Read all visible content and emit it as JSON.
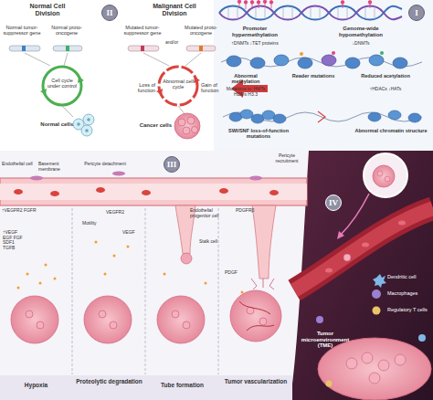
{
  "diagram": {
    "nodes": [
      {
        "text": [
          "II"
        ]
      },
      {
        "text": [
          "I"
        ]
      },
      {
        "text": [
          "III"
        ]
      },
      {
        "text": [
          "IV"
        ]
      }
    ],
    "labels": [
      "Normal Cell Division",
      "Malignant Cell Division",
      "Normal tumor-suppressor gene",
      "Normal proto-oncogene",
      "Mutated tumor-suppressor gene",
      "and/or",
      "Mutated proto-oncogene",
      "Cell cycle under control",
      "Loss of function",
      "Abnormal cell cycle",
      "Gain of function",
      "Normal cells",
      "Cancer cells",
      "Promoter hypermethylation",
      "↑DNMTs ↓TET proteins",
      "Genome-wide hypomethylation",
      "↓DNMTs",
      "Abnormal methylation",
      "Mutations in: HMTs HDMs H3.3",
      "Reader mutations",
      "Reduced acetylation",
      "↑HDACs ↓HATs",
      "SWI/SNF loss-of-function mutations",
      "Abnormal chromatin structure",
      "Endothelial cell",
      "Basement membrane",
      "Pericyte detachment",
      "Pericyte recruitment",
      "PDGFRβ",
      "↑VEGFR2 FGFR",
      "VEGFR2",
      "Motility",
      "VEGF",
      "Endothelial progenitor cell",
      "Stalk cell",
      "PDGF",
      "↑VEGF EGF FGF SDF1 TGFB",
      "Hypoxia",
      "Proteolytic degradation",
      "Tube formation",
      "Tumor vascularization",
      "Dendritic cell",
      "Macrophages",
      "Regulatory T cells",
      "Tumor microenvironment (TME)"
    ]
  }
}
